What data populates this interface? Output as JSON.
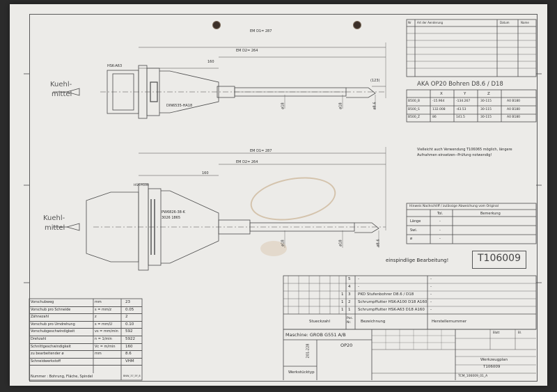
{
  "top_view": {
    "dim_em_d1": "EM D1= 287",
    "dim_em_d2": "EM D2= 264",
    "dim_160": "160",
    "dim_123": "(123)",
    "label_hsk": "HSK-A63",
    "label_din": "DIN6535-HA18",
    "dia_18a": "ø18",
    "dia_18b": "ø18",
    "dia_86": "ø8.6",
    "coolant": [
      "Kuehl-",
      "mittel"
    ]
  },
  "bottom_view": {
    "dim_em_d1": "EM D1= 287",
    "dim_em_d2": "EM D2= 264",
    "dim_160": "160",
    "label_hsk": "HSK-A100",
    "label_part": [
      "PW6826-38-K",
      "3026 1865"
    ],
    "dia_18a": "ø18",
    "dia_18b": "ø18",
    "dia_86": "ø8.6",
    "coolant": [
      "Kuehl-",
      "mittel"
    ]
  },
  "revision_table": {
    "col_nr": "Nr",
    "col_change": "Art der Aenderung",
    "col_date": "Datum",
    "col_name": "Name"
  },
  "op_title": "AKA OP20 Bohren D8.6 / D18",
  "coord_table": {
    "headers": [
      "",
      "X",
      "Y",
      "Z",
      ""
    ],
    "rows": [
      [
        "B500_B",
        "-15.964",
        "-134.267",
        "30-115",
        "A0 B180"
      ],
      [
        "B500_S",
        "132.008",
        "-43.53",
        "30-115",
        "A0 B180"
      ],
      [
        "B500_Z",
        "86",
        "141.5",
        "30-115",
        "A0 B180"
      ]
    ]
  },
  "note": [
    "Vielleicht auch Verwendung T106065 möglich, längere",
    "Aufnahmen einsetzen--Prüfung notwendig!"
  ],
  "tolerance_table": {
    "title": "Hinweis Nachschliff / zulässige Abweichung vom Original",
    "headers": [
      "",
      "Tol.",
      "Bemerkung"
    ],
    "rows": [
      [
        "Länge",
        "-",
        ""
      ],
      [
        "Swi.",
        "-",
        ""
      ],
      [
        "ø",
        "-",
        ""
      ]
    ]
  },
  "single_spindle": "einspindlige Bearbeitung!",
  "tool_number": "T106009",
  "bom": {
    "rows": [
      {
        "pos": "5",
        "qty": "",
        "desc": "-",
        "mfr": "-"
      },
      {
        "pos": "4",
        "qty": "",
        "desc": "-",
        "mfr": "-"
      },
      {
        "pos": "3",
        "qty": "1",
        "desc": "PKD Stufenbohrer D8.6 / D18",
        "mfr": "-"
      },
      {
        "pos": "2",
        "qty": "1",
        "desc": "Schrumpffutter HSK-A100 D18 A160",
        "mfr": "-"
      },
      {
        "pos": "1",
        "qty": "1",
        "desc": "Schrumpffutter HSK-A63 D18 A160",
        "mfr": "-"
      }
    ],
    "header_qty": "Stueckzahl",
    "header_pos": "Pos. Nr.",
    "header_desc": "Bezeichnung",
    "header_mfr": "Herstellernummer"
  },
  "machine": "Maschine: GROB G551 A/B",
  "op": "OP20",
  "werkstueck": "Werkstücktyp",
  "vertical_code": "201-228",
  "params": [
    {
      "label": "Vorschubweg",
      "unit": "mm",
      "value": "23"
    },
    {
      "label": "Vorschub pro Schneide",
      "unit": "s = mm/z",
      "value": "0.05"
    },
    {
      "label": "Zähnezahl",
      "unit": "z",
      "value": "2"
    },
    {
      "label": "Vorschub pro Umdrehung",
      "unit": "s = mm/U",
      "value": "0.10"
    },
    {
      "label": "Vorschubgeschwindigkeit",
      "unit": "vs = mm/min",
      "value": "592"
    },
    {
      "label": "Drehzahl",
      "unit": "n = 1/min",
      "value": "5922"
    },
    {
      "label": "Schnittgeschwindigkeit",
      "unit": "Vc = m/min",
      "value": "160"
    },
    {
      "label": "zu bearbeitender ø",
      "unit": "mm",
      "value": "8.6"
    },
    {
      "label": "Schneidwerkstoff",
      "unit": "",
      "value": "VHM"
    }
  ],
  "params_footer": {
    "label": "Nummer : Bohrung, Fläche, Spindel",
    "value": "BNW_37_5F_8"
  },
  "title_block": {
    "title": "Werkzeugplan",
    "number": "T106009",
    "footer": "TCM_106009_01_A",
    "blatt": "Blatt",
    "bl": "Bl."
  }
}
